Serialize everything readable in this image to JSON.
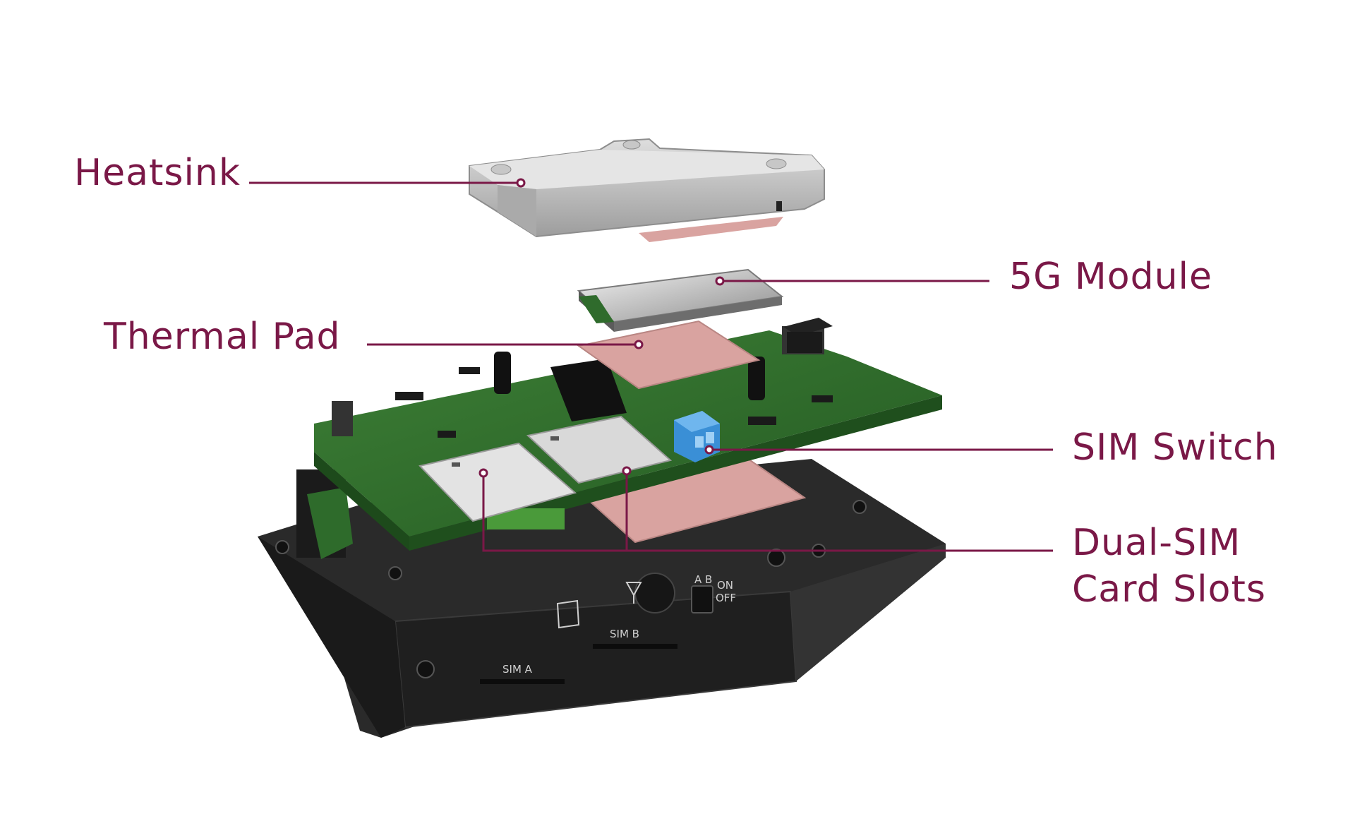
{
  "labels": {
    "heatsink": "Heatsink",
    "module": "5G Module",
    "thermal_pad": "Thermal Pad",
    "sim_switch": "SIM Switch",
    "sim_slots_line1": "Dual-SIM",
    "sim_slots_line2": "Card Slots"
  },
  "panel_markings": {
    "sim_a": "SIM  A",
    "sim_b": "SIM  B",
    "switch_ab": "A  B",
    "switch_on": "ON",
    "switch_off": "OFF"
  },
  "colors": {
    "accent": "#7a1847",
    "pcb": "#2f6b2c",
    "thermal_pad": "#d9a3a0",
    "chassis": "#262626",
    "heatsink": "#b9b9b9",
    "switch": "#3a8fd6"
  }
}
